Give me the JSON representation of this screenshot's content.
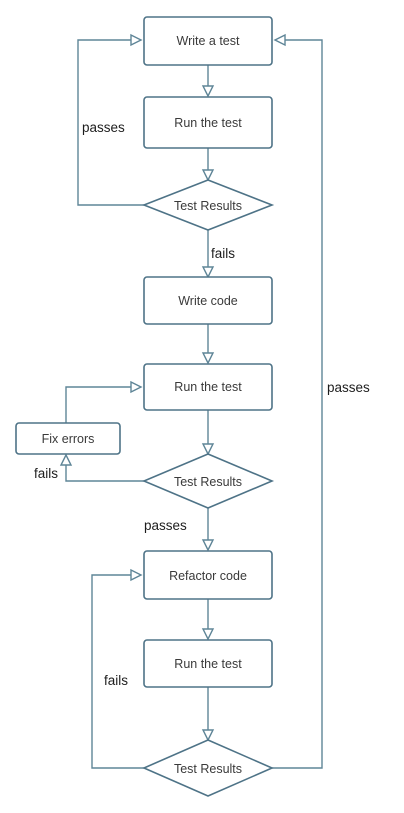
{
  "diagram": {
    "colors": {
      "stroke": "#4e7387",
      "edge": "#5f8597",
      "fill": "#ffffff",
      "text": "#3a3a3a"
    },
    "nodes": {
      "write_test": "Write a test",
      "run_test_1": "Run the test",
      "results_1": "Test Results",
      "write_code": "Write code",
      "run_test_2": "Run the test",
      "fix_errors": "Fix errors",
      "results_2": "Test Results",
      "refactor_code": "Refactor code",
      "run_test_3": "Run the test",
      "results_3": "Test Results"
    },
    "edge_labels": {
      "passes_1": "passes",
      "fails_1": "fails",
      "fails_2": "fails",
      "passes_2": "passes",
      "fails_3": "fails",
      "passes_3": "passes"
    }
  }
}
